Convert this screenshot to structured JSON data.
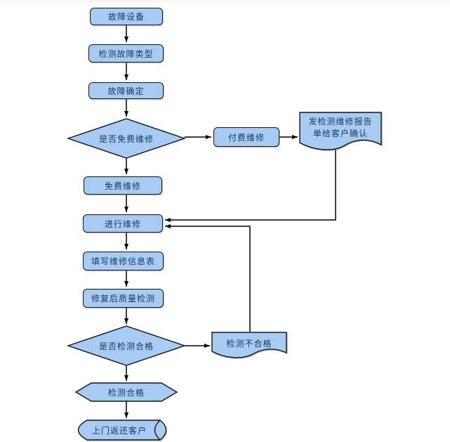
{
  "page": {
    "background": "#ffffff",
    "top_border_color": "#ebebeb"
  },
  "colors": {
    "node_fill": "#A7CBF2",
    "node_border": "#141414",
    "node_text": "#17375E",
    "connector": "#000000"
  },
  "nodes": {
    "faulty_device": "故障设备",
    "detect_fault_type": "检测故障类型",
    "fault_confirmed": "故障确定",
    "is_free_repair": "是否免费维修",
    "paid_repair": "付费维修",
    "send_report_doc": "发检测维修报告单给客户确认",
    "free_repair": "免费维修",
    "do_repair": "进行维修",
    "fill_repair_form": "填写维修信息表",
    "post_repair_quality_check": "修复后质量检测",
    "is_check_passed": "是否检测合格",
    "check_failed": "检测不合格",
    "check_passed": "检测合格",
    "return_to_customer": "上门返还客户"
  }
}
